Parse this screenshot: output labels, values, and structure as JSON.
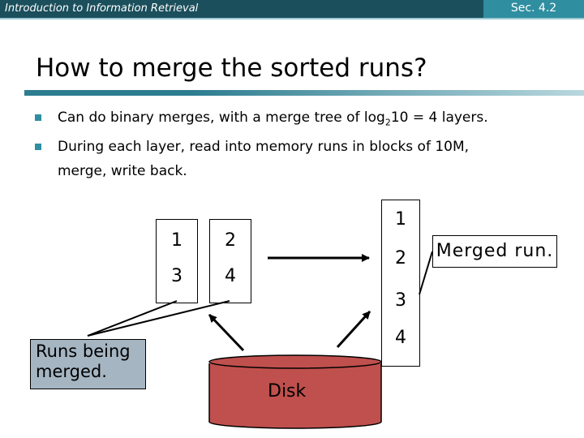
{
  "header": {
    "course": "Introduction to Information Retrieval",
    "section": "Sec. 4.2"
  },
  "title": "How to merge the sorted runs?",
  "bullets": [
    {
      "pre": "Can do binary merges, with a merge tree of log",
      "sub": "2",
      "post": "10 = 4 layers."
    },
    {
      "line1": "During each layer, read into memory runs in blocks of 10M,",
      "line2": "merge, write back."
    }
  ],
  "diagram": {
    "runs_left": [
      "1",
      "3"
    ],
    "runs_right": [
      "2",
      "4"
    ],
    "merged_run": [
      "1",
      "2",
      "3",
      "4"
    ],
    "merged_label": "Merged run.",
    "runs_label": [
      "Runs being",
      "merged."
    ],
    "disk_label": "Disk",
    "colors": {
      "disk_fill": "#c0504d",
      "disk_stroke": "#000000",
      "runs_label_fill": "#a5b5c2"
    }
  }
}
